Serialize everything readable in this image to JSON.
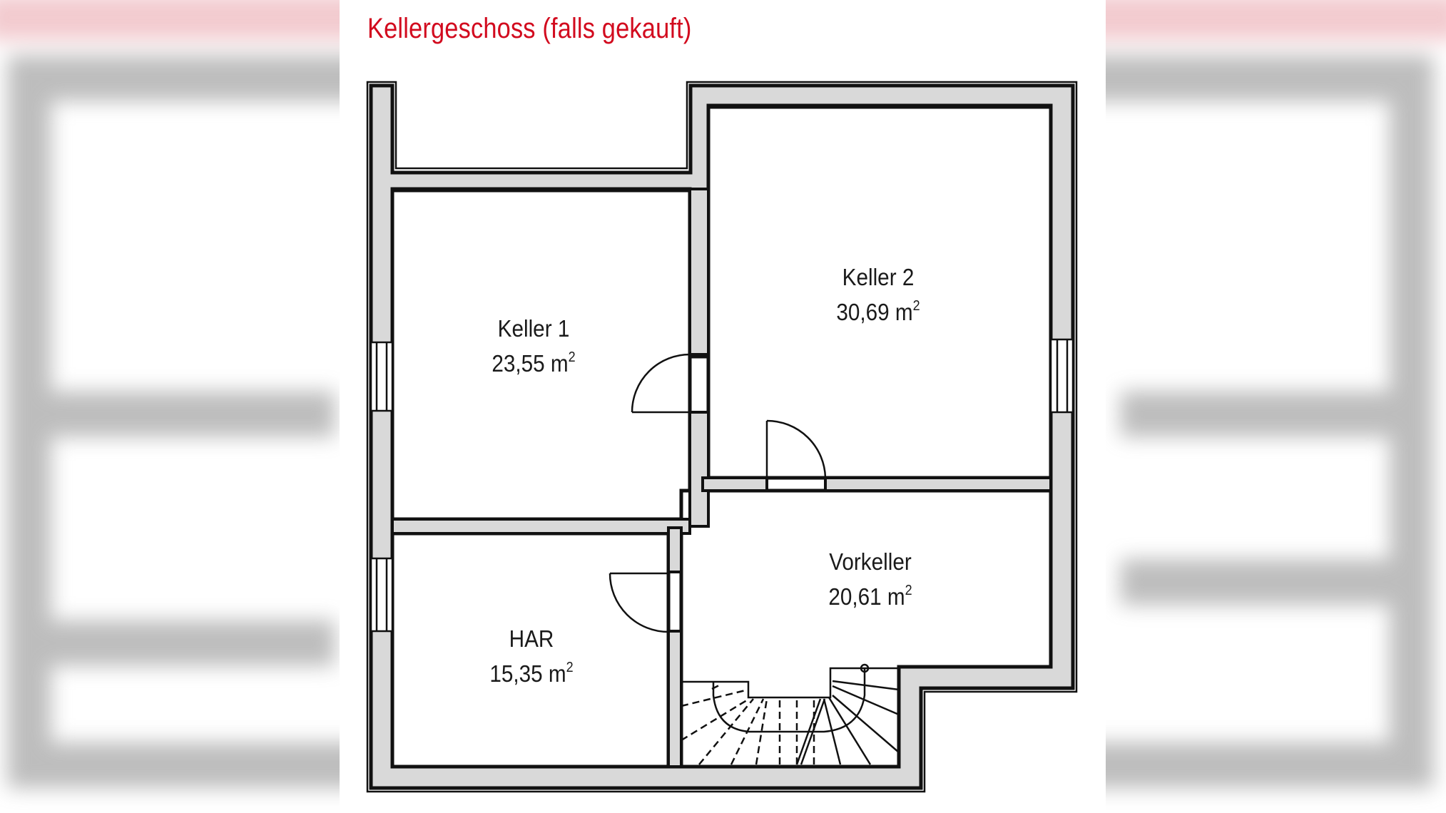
{
  "title": "Kellergeschoss (falls gekauft)",
  "colors": {
    "title": "#d20a1e",
    "wall_fill": "#d9d9d9",
    "wall_line": "#111111",
    "text": "#1a1a1a",
    "background": "#ffffff"
  },
  "rooms": [
    {
      "name": "Keller 1",
      "area": "23,55",
      "unit": "m",
      "exponent": "2"
    },
    {
      "name": "Keller 2",
      "area": "30,69",
      "unit": "m",
      "exponent": "2"
    },
    {
      "name": "Vorkeller",
      "area": "20,61",
      "unit": "m",
      "exponent": "2"
    },
    {
      "name": "HAR",
      "area": "15,35",
      "unit": "m",
      "exponent": "2"
    }
  ],
  "icons": [
    "door-swing-icon",
    "window-icon",
    "staircase-icon"
  ]
}
